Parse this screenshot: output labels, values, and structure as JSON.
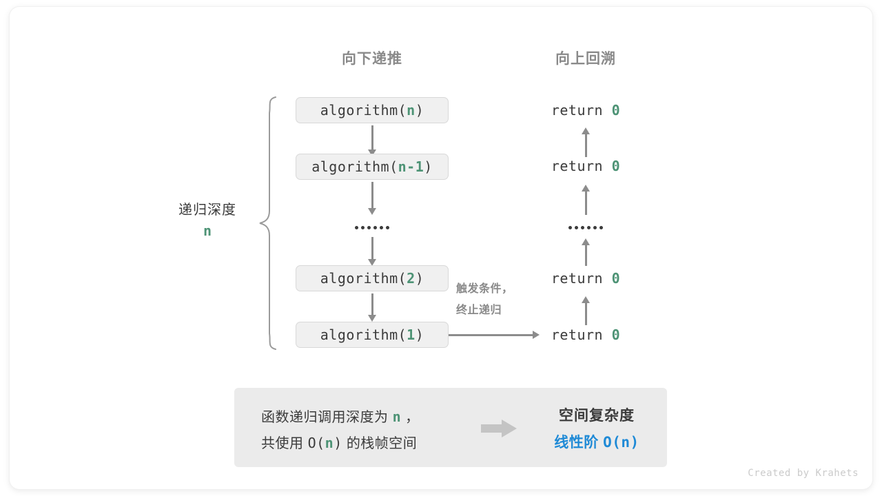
{
  "headers": {
    "down": "向下递推",
    "up": "向上回溯"
  },
  "depth": {
    "label": "递归深度",
    "value": "n"
  },
  "call_stack": [
    {
      "fn": "algorithm(",
      "arg": "n",
      "close": ")"
    },
    {
      "fn": "algorithm(",
      "arg": "n-1",
      "close": ")"
    },
    {
      "fn": "algorithm(",
      "arg": "2",
      "close": ")"
    },
    {
      "fn": "algorithm(",
      "arg": "1",
      "close": ")"
    }
  ],
  "returns": [
    {
      "keyword": "return",
      "value": "0"
    },
    {
      "keyword": "return",
      "value": "0"
    },
    {
      "keyword": "return",
      "value": "0"
    },
    {
      "keyword": "return",
      "value": "0"
    }
  ],
  "ellipsis": "••••••",
  "trigger_note": {
    "line1": "触发条件，",
    "line2": "终止递归"
  },
  "summary": {
    "left_line1_a": "函数递归调用深度为",
    "left_line1_n": "n",
    "left_line1_b": "，",
    "left_line2_a": "共使用",
    "left_line2_o": "O(",
    "left_line2_n": "n",
    "left_line2_c": ")",
    "left_line2_b": "的栈帧空间",
    "right_title": "空间复杂度",
    "right_order": "线性阶",
    "right_value": "O(n)"
  },
  "credit": "Created by Krahets",
  "colors": {
    "green": "#4d9375",
    "blue": "#1f8ad6",
    "gray_text": "#8a8a8a",
    "dark_text": "#3b3b3b",
    "box_fill": "#f0f0f0",
    "panel_fill": "#ebebeb",
    "arrow": "#8c8c8c"
  }
}
